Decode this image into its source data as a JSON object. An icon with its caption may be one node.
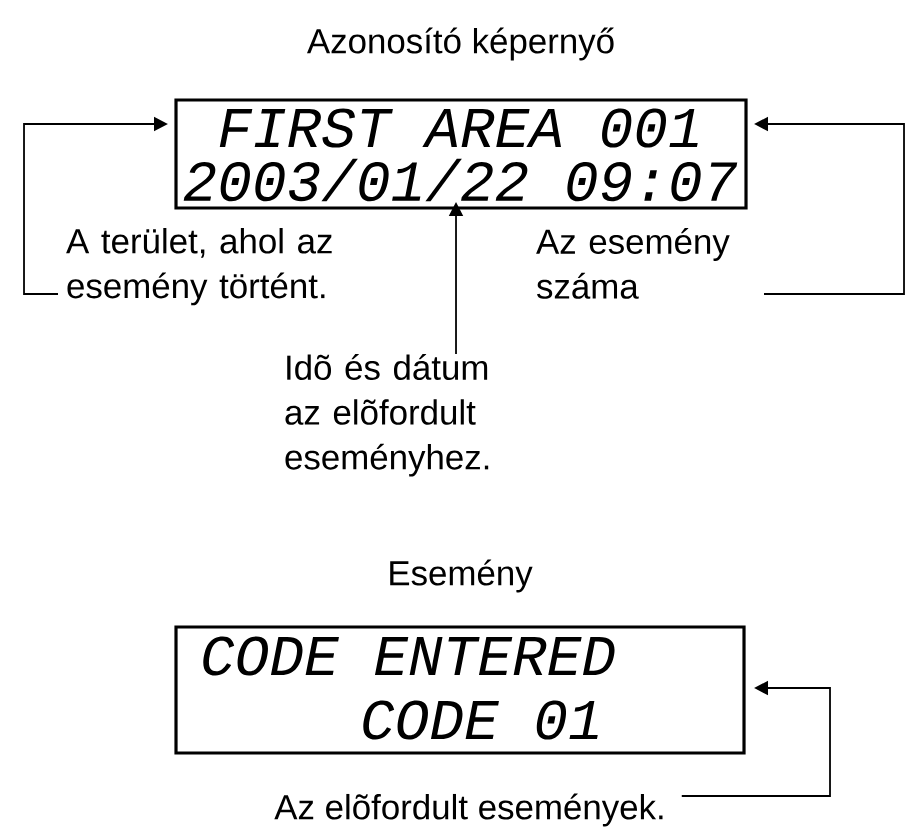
{
  "diagram": {
    "nodes": [
      {
        "text": [
          "Azonosító képernyő",
          "FIRST AREA 001",
          "2003/01/22 09:07"
        ]
      },
      {
        "text": [
          "A terület, ahol az esemény történt."
        ]
      },
      {
        "text": [
          "Idõ és dátum az elõfordult eseményhez."
        ]
      },
      {
        "text": [
          "Az esemény száma"
        ]
      },
      {
        "text": [
          "Esemény",
          "CODE ENTERED",
          "CODE 01"
        ]
      },
      {
        "text": [
          "Az elõfordult események."
        ]
      }
    ],
    "edges": [
      {
        "from": 1,
        "to": 0,
        "arrow": "to"
      },
      {
        "from": 2,
        "to": 0,
        "arrow": "to"
      },
      {
        "from": 3,
        "to": 0,
        "arrow": "to"
      },
      {
        "from": 5,
        "to": 4,
        "arrow": "to"
      }
    ]
  }
}
